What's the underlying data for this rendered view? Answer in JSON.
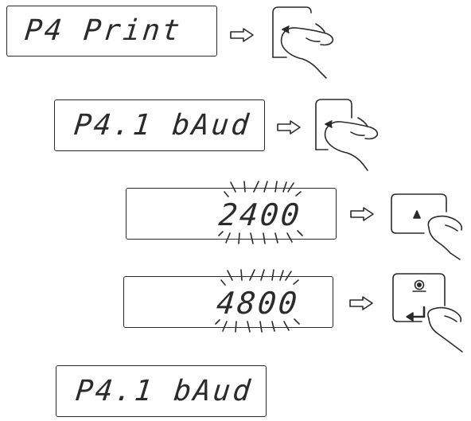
{
  "steps": [
    {
      "display": "P4 Print",
      "key": "right-arrow-key",
      "blinking": false
    },
    {
      "display": "P4.1 bAud",
      "key": "right-arrow-key",
      "blinking": false
    },
    {
      "display": "2400",
      "key": "up-arrow-key",
      "blinking": true
    },
    {
      "display": "4800",
      "key": "enter-key",
      "blinking": true
    },
    {
      "display": "P4.1 bAud",
      "key": null,
      "blinking": false
    }
  ]
}
